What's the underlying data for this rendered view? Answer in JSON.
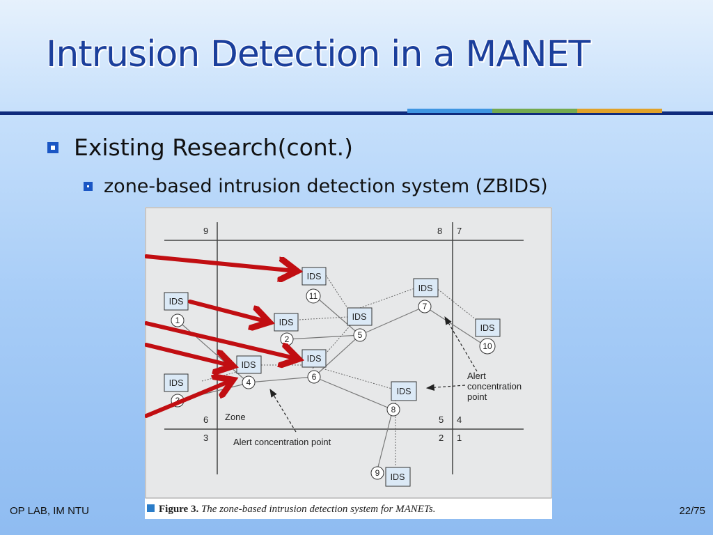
{
  "slide": {
    "title": "Intrusion Detection in a MANET",
    "bullet1": "Existing Research(cont.)",
    "bullet2": "zone-based intrusion detection system (ZBIDS)",
    "footer_left": "OP LAB, IM NTU",
    "page_number": "22/75"
  },
  "figure": {
    "zone_numbers": [
      "9",
      "8",
      "7",
      "6",
      "5",
      "4",
      "3",
      "2",
      "1"
    ],
    "zone_label": "Zone",
    "node_numbers": [
      "1",
      "2",
      "3",
      "4",
      "5",
      "6",
      "7",
      "8",
      "9",
      "10",
      "11"
    ],
    "ids_label": "IDS",
    "alert_label_left": "Alert concentration point",
    "alert_label_right_1": "Alert",
    "alert_label_right_2": "concentration",
    "alert_label_right_3": "point",
    "caption_bold": "Figure 3.",
    "caption_text": " The zone-based intrusion detection system for MANETs."
  },
  "colors": {
    "title": "#1b3f9c",
    "ids_box_fill": "#dbe9f6",
    "arrow_red": "#c10e12",
    "caption_square": "#2a7cc8"
  }
}
